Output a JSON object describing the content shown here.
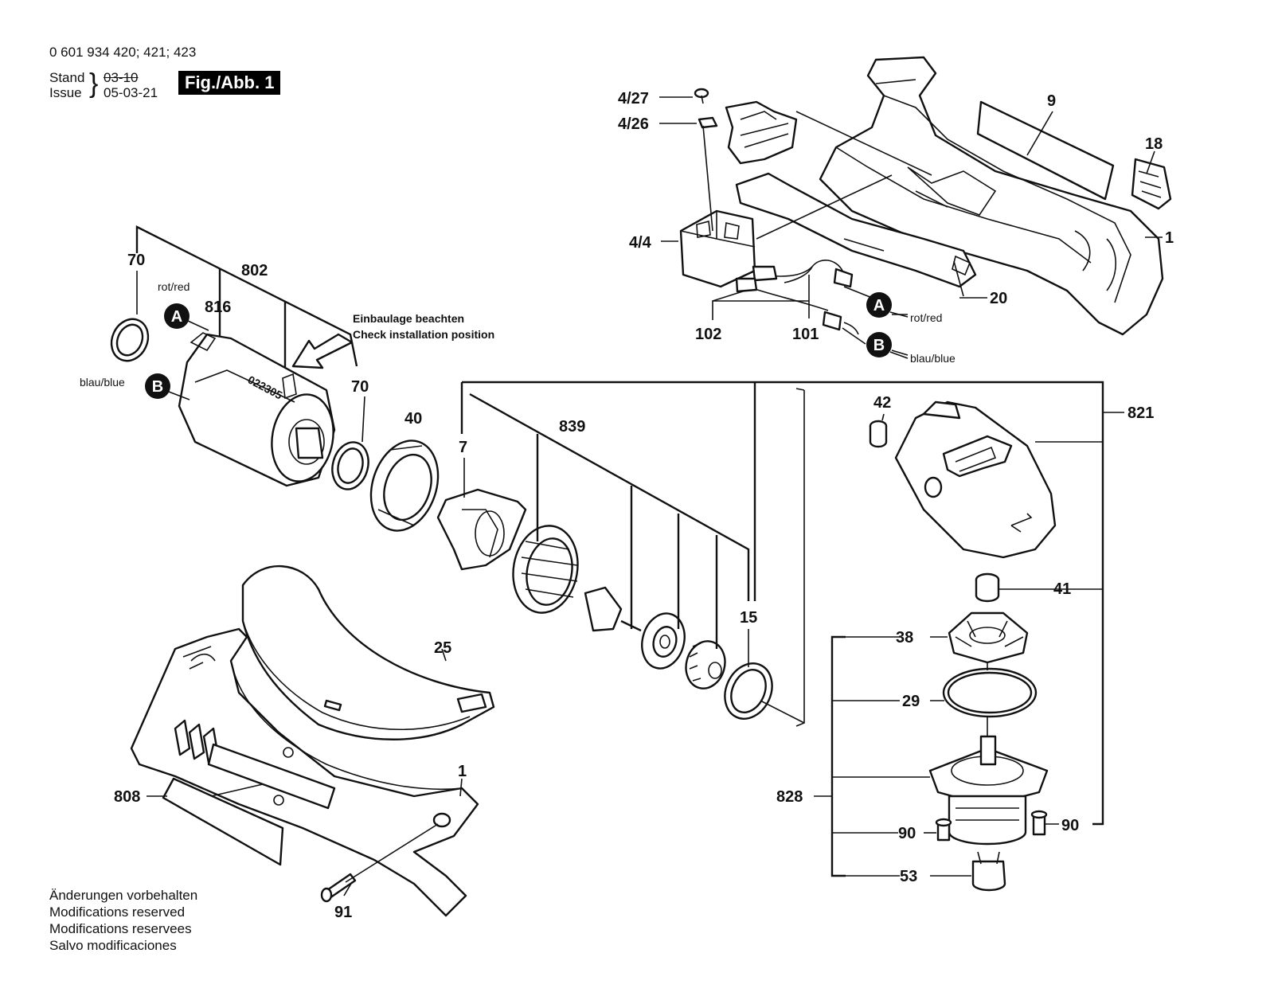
{
  "header": {
    "part_numbers": "0 601 934 420; 421; 423",
    "stand_label": "Stand",
    "stand_value": "03-10",
    "issue_label": "Issue",
    "issue_value": "05-03-21",
    "figure": "Fig./Abb. 1"
  },
  "note": {
    "line1": "Einbaulage beachten",
    "line2": "Check installation position"
  },
  "wire_markers": {
    "a_letter": "A",
    "a_color": "rot/red",
    "b_letter": "B",
    "b_color": "blau/blue"
  },
  "stamp": "022305",
  "labels": {
    "p4_27": "4/27",
    "p4_26": "4/26",
    "p9": "9",
    "p18": "18",
    "p1_top": "1",
    "p4_4": "4/4",
    "p20": "20",
    "p102": "102",
    "p101": "101",
    "p70_left": "70",
    "p802": "802",
    "p816": "816",
    "p70_mid": "70",
    "p40": "40",
    "p7": "7",
    "p839": "839",
    "p42": "42",
    "p821": "821",
    "p15": "15",
    "p41": "41",
    "p38": "38",
    "p25": "25",
    "p29": "29",
    "p1_bottom": "1",
    "p808": "808",
    "p828": "828",
    "p90_left": "90",
    "p90_right": "90",
    "p53": "53",
    "p91": "91"
  },
  "footer": [
    "Änderungen vorbehalten",
    "Modifications reserved",
    "Modifications reservees",
    "Salvo modificaciones"
  ]
}
